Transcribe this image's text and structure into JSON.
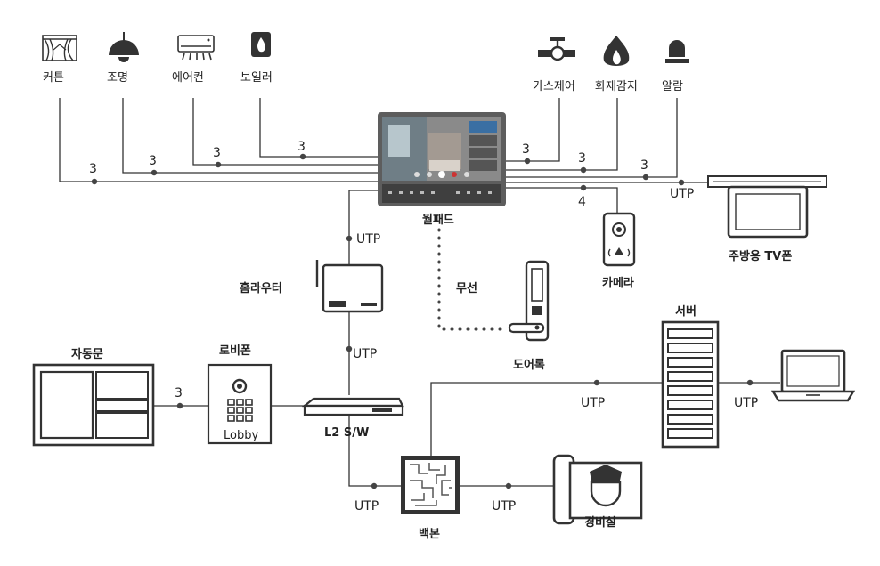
{
  "devices": {
    "curtain": "커튼",
    "lighting": "조명",
    "aircon": "에어컨",
    "boiler": "보일러",
    "gas": "가스제어",
    "fire": "화재감지",
    "alarm": "알람",
    "wallpad": "월패드",
    "kitchen_tv": "주방용 TV폰",
    "camera": "카메라",
    "router": "홈라우터",
    "wireless": "무선",
    "doorlock": "도어록",
    "server": "서버",
    "autodoor": "자동문",
    "lobbyphone": "로비폰",
    "lobby_text": "Lobby",
    "switch": "L2 S/W",
    "backbone": "백본",
    "guard": "경비실"
  },
  "wire_counts": {
    "curtain": "3",
    "lighting": "3",
    "aircon": "3",
    "boiler": "3",
    "gas": "3",
    "fire": "3",
    "alarm": "3",
    "camera": "4",
    "autodoor": "3"
  },
  "utp": {
    "kitchen": "UTP",
    "router_top": "UTP",
    "router_bottom": "UTP",
    "server_left": "UTP",
    "server_right": "UTP",
    "backbone_left": "UTP",
    "backbone_right": "UTP"
  }
}
